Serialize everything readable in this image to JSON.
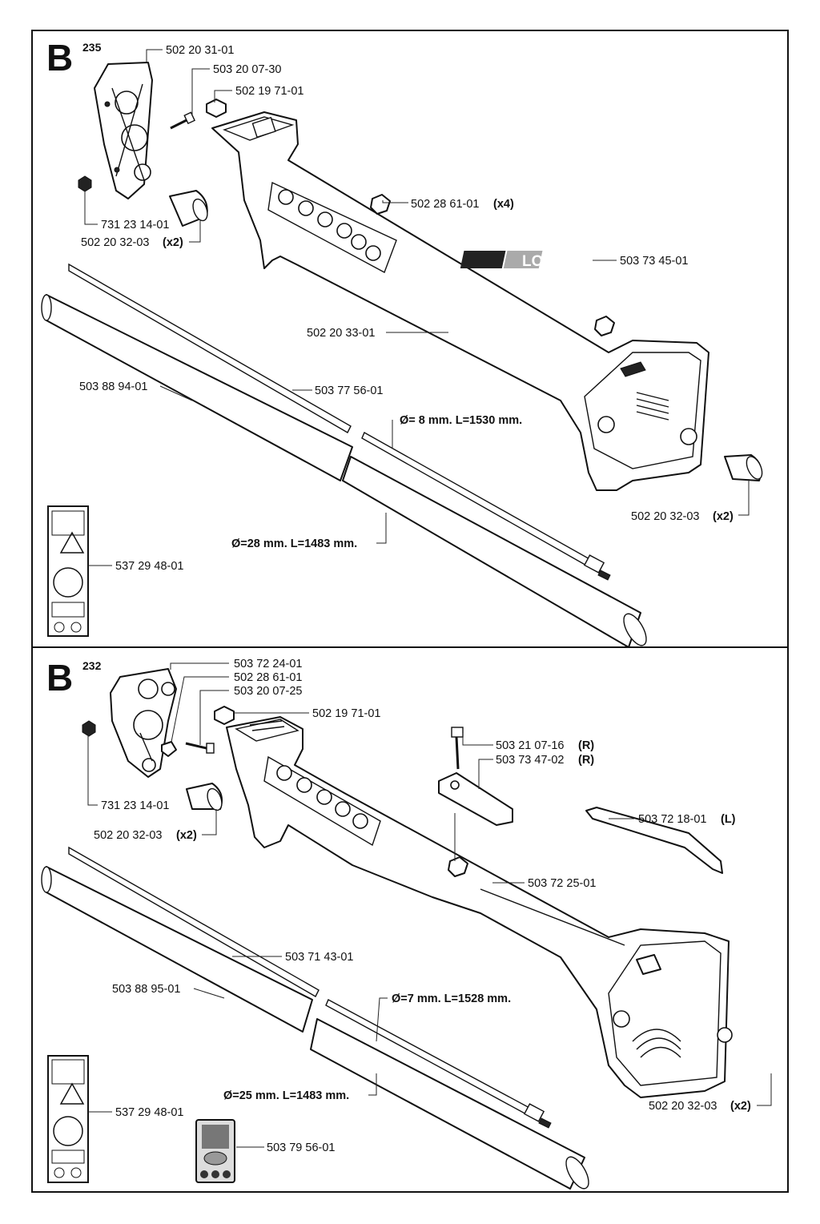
{
  "sections": [
    {
      "letter": "B",
      "model": "235",
      "parts": {
        "p1": "502 20 31-01",
        "p2": "503 20 07-30",
        "p3": "502 19 71-01",
        "p4": "502 28 61-01",
        "p4_qty": "(x4)",
        "p5": "503 73 45-01",
        "p6": "502 20 33-01",
        "p7": "503 88 94-01",
        "p8": "503 77 56-01",
        "p9": "731 23 14-01",
        "p10": "502 20 32-03",
        "p10_qty": "(x2)",
        "p11": "502 20 32-03",
        "p11_qty": "(x2)",
        "p12": "537 29 48-01"
      },
      "dims": {
        "shaft": "Ø= 8 mm. L=1530 mm.",
        "tube": "Ø=28 mm. L=1483 mm."
      },
      "logo_text": "LOWVIB"
    },
    {
      "letter": "B",
      "model": "232",
      "parts": {
        "q1": "503 72 24-01",
        "q2": "502 28 61-01",
        "q3": "503 20 07-25",
        "q4": "502 19 71-01",
        "q5": "503 21 07-16",
        "q5_tag": "(R)",
        "q6": "503 73 47-02",
        "q6_tag": "(R)",
        "q7": "503 72 18-01",
        "q7_tag": "(L)",
        "q8": "503 72 25-01",
        "q9": "731 23 14-01",
        "q10": "502 20 32-03",
        "q10_qty": "(x2)",
        "q11": "503 71 43-01",
        "q12": "503 88 95-01",
        "q13": "502 20 32-03",
        "q13_qty": "(x2)",
        "q14": "537 29 48-01",
        "q15": "503 79 56-01"
      },
      "dims": {
        "shaft": "Ø=7 mm. L=1528 mm.",
        "tube": "Ø=25 mm. L=1483 mm."
      }
    }
  ]
}
